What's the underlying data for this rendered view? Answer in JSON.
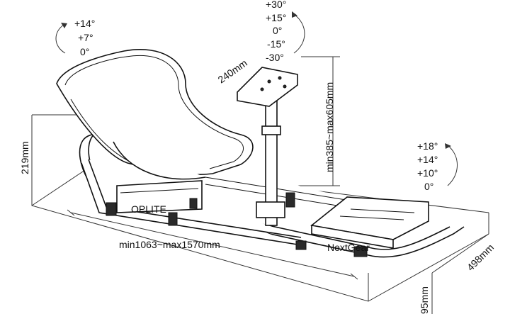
{
  "seat_angles": [
    "+14°",
    "+7°",
    "0°"
  ],
  "wheel_angles": [
    "+30°",
    "+15°",
    "0°",
    "-15°",
    "-30°"
  ],
  "pedal_angles": [
    "+18°",
    "+14°",
    "+10°",
    "0°"
  ],
  "dimensions": {
    "wheel_plate_width": "240mm",
    "wheel_height": "min385~max605mm",
    "seat_height": "219mm",
    "length": "min1063~max1570mm",
    "width": "498mm",
    "base_height": "95mm"
  },
  "brand_labels": {
    "rear_tag": "OPLITE",
    "front_tag": "NextGear"
  }
}
